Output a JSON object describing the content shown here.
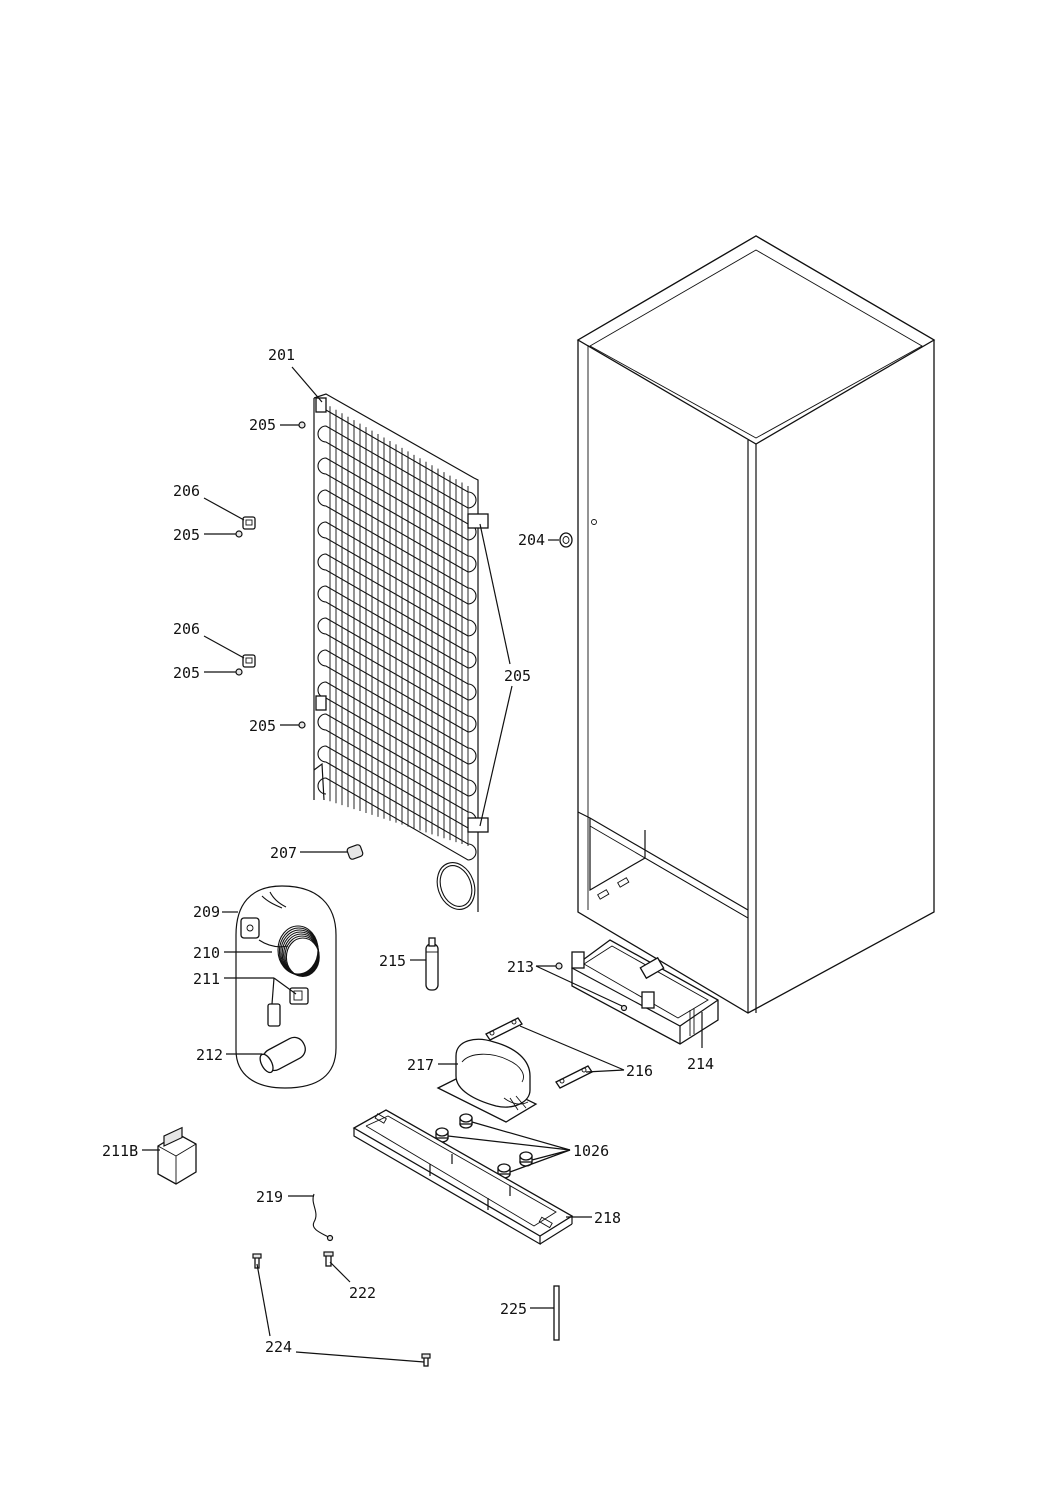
{
  "labels": {
    "p201": "201",
    "p204": "204",
    "p205a": "205",
    "p205b": "205",
    "p205c": "205",
    "p205d": "205",
    "p205e": "205",
    "p206a": "206",
    "p206b": "206",
    "p207": "207",
    "p209": "209",
    "p210": "210",
    "p211": "211",
    "p211b": "211B",
    "p212": "212",
    "p213": "213",
    "p214": "214",
    "p215": "215",
    "p216": "216",
    "p217": "217",
    "p218": "218",
    "p219": "219",
    "p222": "222",
    "p224": "224",
    "p225": "225",
    "p1026": "1026"
  },
  "colors": {
    "line": "#111111",
    "background": "#ffffff"
  }
}
